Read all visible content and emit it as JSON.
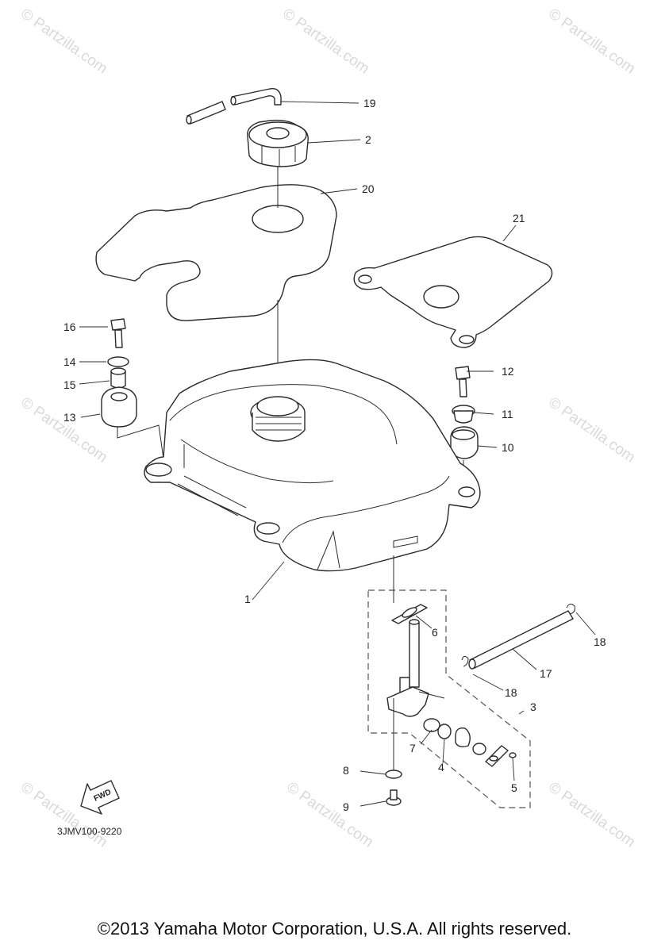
{
  "watermark": "© Partzilla.com",
  "diagram_code": "3JMV100-9220",
  "fwd_label": "FWD",
  "copyright": "©2013 Yamaha Motor Corporation, U.S.A. All rights reserved.",
  "callouts": [
    "1",
    "2",
    "3",
    "4",
    "5",
    "6",
    "7",
    "8",
    "9",
    "10",
    "11",
    "12",
    "13",
    "14",
    "15",
    "16",
    "17",
    "18",
    "18",
    "19",
    "20",
    "21"
  ]
}
